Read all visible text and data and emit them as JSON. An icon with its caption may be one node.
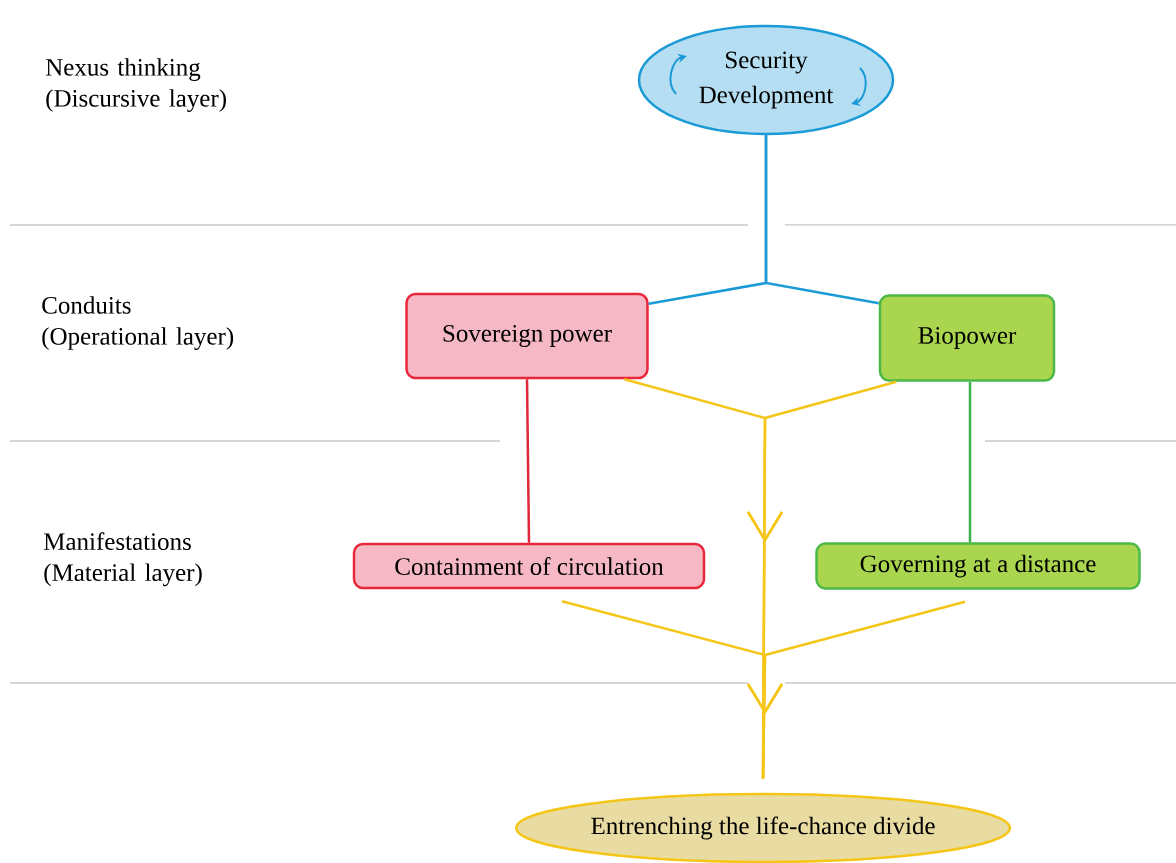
{
  "diagram": {
    "nodes": [
      {
        "text": [
          "Security",
          "Development"
        ]
      },
      {
        "text": [
          "Sovereign power"
        ]
      },
      {
        "text": [
          "Biopower"
        ]
      },
      {
        "text": [
          "Containment of circulation"
        ]
      },
      {
        "text": [
          "Governing at a distance"
        ]
      },
      {
        "text": [
          "Entrenching the life-chance divide"
        ]
      }
    ],
    "edges": [
      {
        "from": 0,
        "to": 1,
        "arrow": "none",
        "color": "#1a9ad6"
      },
      {
        "from": 0,
        "to": 2,
        "arrow": "none",
        "color": "#1a9ad6"
      },
      {
        "from": 1,
        "to": 3,
        "arrow": "none",
        "color": "#e0283a"
      },
      {
        "from": 2,
        "to": 4,
        "arrow": "none",
        "color": "#3cb048"
      },
      {
        "from": 1,
        "to": 5,
        "arrow": "to",
        "color": "#f5c518"
      },
      {
        "from": 2,
        "to": 5,
        "arrow": "to",
        "color": "#f5c518"
      },
      {
        "from": 3,
        "to": 5,
        "arrow": "to",
        "color": "#f5c518"
      },
      {
        "from": 4,
        "to": 5,
        "arrow": "to",
        "color": "#f5c518"
      }
    ],
    "labels": [
      "Nexus thinking (Discursive layer)",
      "Conduits (Operational layer)",
      "Manifestations (Material layer)"
    ]
  }
}
